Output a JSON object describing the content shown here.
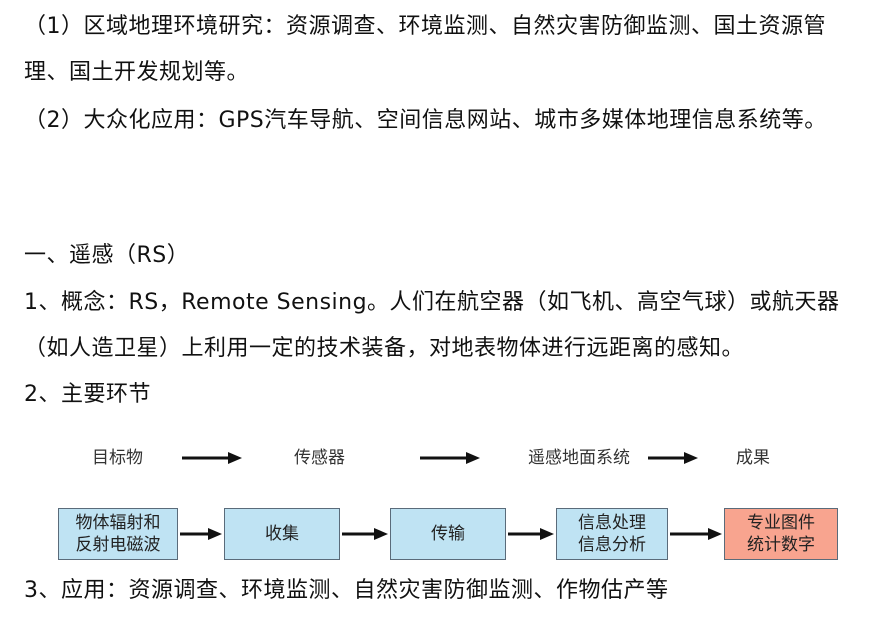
{
  "paragraphs": {
    "p1": "（1）区域地理环境研究：资源调查、环境监测、自然灾害防御监测、国土资源管理、国土开发规划等。",
    "p2": "（2）大众化应用：GPS汽车导航、空间信息网站、城市多媒体地理信息系统等。",
    "heading_rs": "一、遥感（RS）",
    "concept": "1、概念：RS，Remote Sensing。人们在航空器（如飞机、高空气球）或航天器（如人造卫星）上利用一定的技术装备，对地表物体进行远距离的感知。",
    "links": "2、主要环节",
    "application": "3、应用：资源调查、环境监测、自然灾害防御监测、作物估产等"
  },
  "diagram": {
    "stages": [
      "目标物",
      "传感器",
      "遥感地面系统",
      "成果"
    ],
    "boxes": [
      "物体辐射和\n反射电磁波",
      "收集",
      "传输",
      "信息处理\n信息分析",
      "专业图件\n统计数字"
    ],
    "colors": {
      "box_fill": "#bfe3f3",
      "result_fill": "#f8a48f",
      "arrow": "#111111"
    }
  }
}
